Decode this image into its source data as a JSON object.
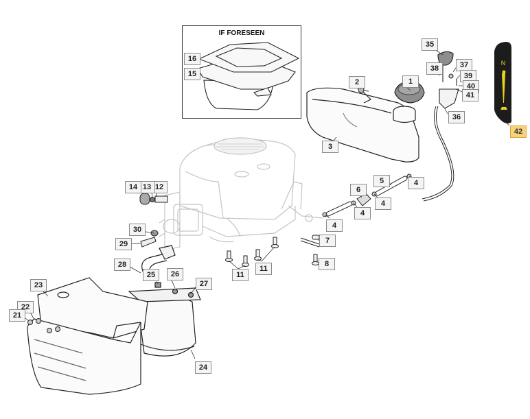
{
  "diagram": {
    "inset": {
      "title": "IF FORESEEN",
      "parts": [
        "16",
        "15"
      ]
    },
    "colors": {
      "highlight": "#f7d27a",
      "decal_bg": "#1c1c1c",
      "decal_symbol": "#e8d21c",
      "engine_line": "#c8c8c8",
      "part_line": "#222222"
    },
    "decal": {
      "letter": "N",
      "label": "42"
    },
    "labels": {
      "p1": "1",
      "p2": "2",
      "p3": "3",
      "p4a": "4",
      "p4b": "4",
      "p4c": "4",
      "p4d": "4",
      "p5": "5",
      "p6": "6",
      "p7": "7",
      "p8": "8",
      "p11a": "11",
      "p11b": "11",
      "p12": "12",
      "p13": "13",
      "p14": "14",
      "p15": "15",
      "p16": "16",
      "p21": "21",
      "p22": "22",
      "p23": "23",
      "p24": "24",
      "p25": "25",
      "p26": "26",
      "p27": "27",
      "p28": "28",
      "p29": "29",
      "p30": "30",
      "p35": "35",
      "p36": "36",
      "p37": "37",
      "p38": "38",
      "p39": "39",
      "p40": "40",
      "p41": "41",
      "p42": "42"
    }
  }
}
